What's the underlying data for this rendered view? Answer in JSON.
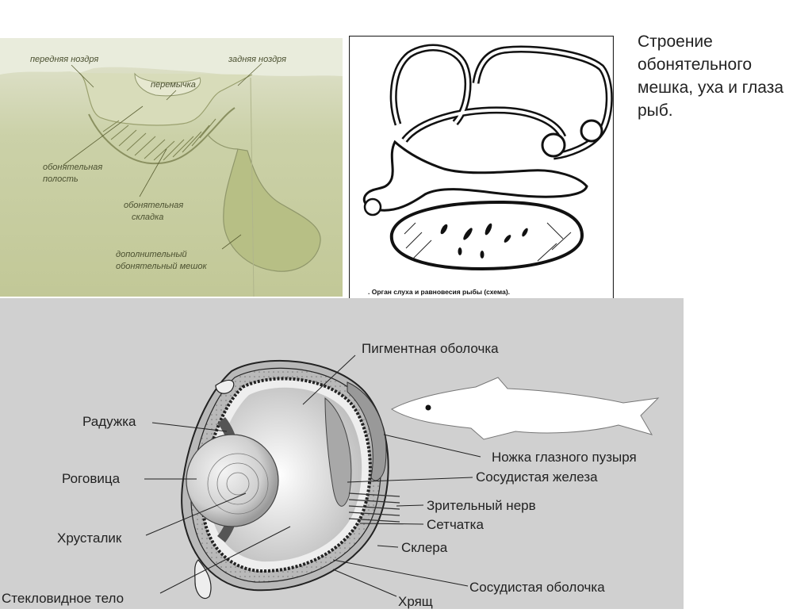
{
  "slide": {
    "title": "Строение обонятельного мешка, уха и глаза рыб."
  },
  "olfactory": {
    "labels": {
      "front_nostril": "передняя ноздря",
      "rear_nostril": "задняя ноздря",
      "bridge": "перемычка",
      "cavity_l1": "обонятельная",
      "cavity_l2": "полость",
      "fold_l1": "обонятельная",
      "fold_l2": "складка",
      "extra_l1": "дополнительный",
      "extra_l2": "обонятельный мешок"
    }
  },
  "ear": {
    "caption": ". Орган слуха и равновесия рыбы (схема)."
  },
  "eye": {
    "labels": {
      "pigment": "Пигментная оболочка",
      "iris": "Радужка",
      "cornea": "Роговица",
      "lens": "Хрусталик",
      "vitreous": "Стекловидное тело",
      "stalk": "Ножка глазного пузыря",
      "vascular_gland": "Сосудистая железа",
      "optic_nerve": "Зрительный нерв",
      "retina": "Сетчатка",
      "sclera": "Склера",
      "choroid": "Сосудистая оболочка",
      "cartilage": "Хрящ"
    }
  }
}
